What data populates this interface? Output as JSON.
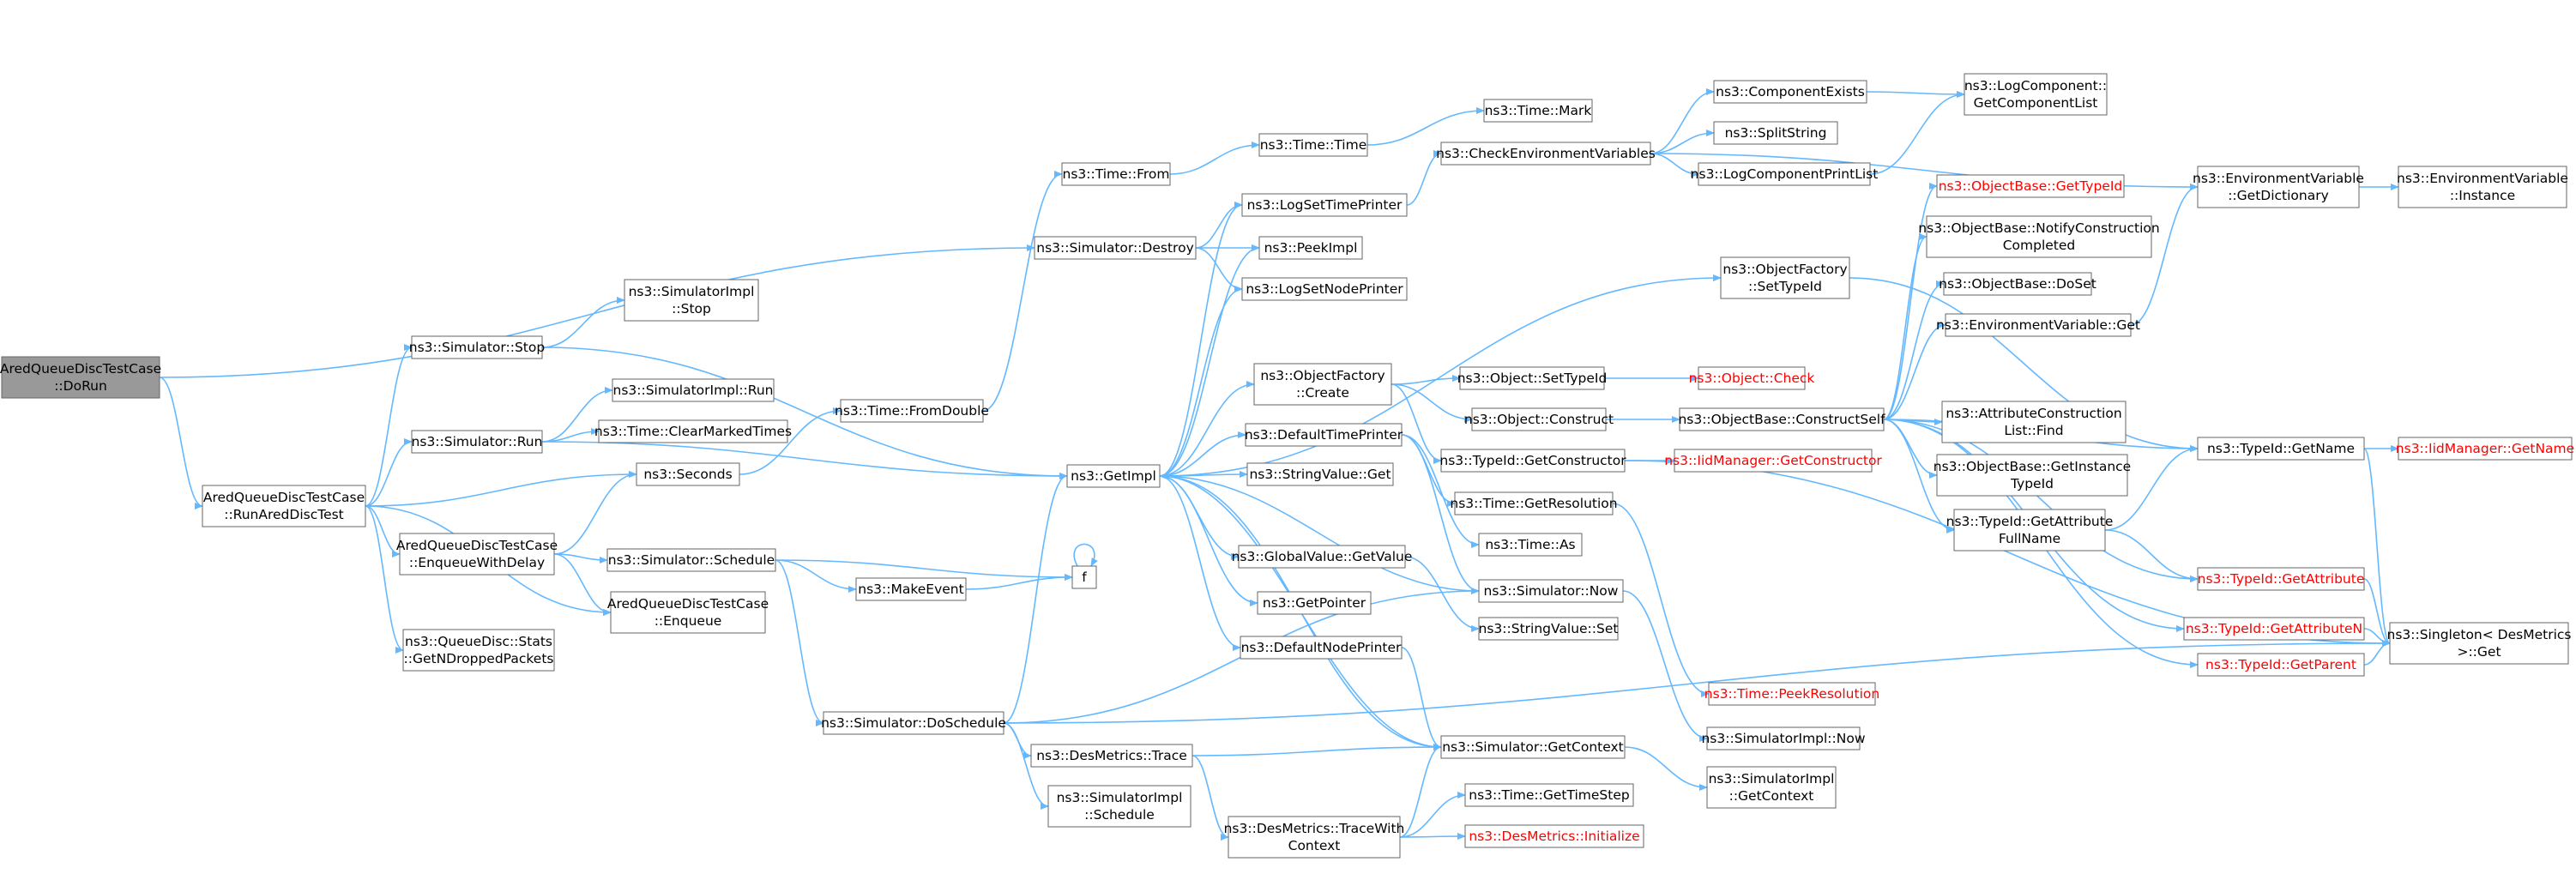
{
  "colors": {
    "edge": "#63b8ff",
    "node_border": "#666666",
    "node_fill": "#ffffff",
    "root_fill": "#999999",
    "root_border": "#666666",
    "text": "#000000",
    "text_link_red": "#ff0000"
  },
  "nodes": [
    {
      "id": "dorun",
      "lines": [
        "AredQueueDiscTestCase",
        "::DoRun"
      ],
      "root": true
    },
    {
      "id": "runared",
      "lines": [
        "AredQueueDiscTestCase",
        "::RunAredDiscTest"
      ]
    },
    {
      "id": "sim_stop",
      "lines": [
        "ns3::Simulator::Stop"
      ]
    },
    {
      "id": "sim_run",
      "lines": [
        "ns3::Simulator::Run"
      ]
    },
    {
      "id": "enq_delay",
      "lines": [
        "AredQueueDiscTestCase",
        "::EnqueueWithDelay"
      ]
    },
    {
      "id": "enqueue",
      "lines": [
        "AredQueueDiscTestCase",
        "::Enqueue"
      ]
    },
    {
      "id": "qdstats",
      "lines": [
        "ns3::QueueDisc::Stats",
        "::GetNDroppedPackets"
      ]
    },
    {
      "id": "simimpl_stop",
      "lines": [
        "ns3::SimulatorImpl",
        "::Stop"
      ]
    },
    {
      "id": "simimpl_run",
      "lines": [
        "ns3::SimulatorImpl::Run"
      ]
    },
    {
      "id": "clearmarked",
      "lines": [
        "ns3::Time::ClearMarkedTimes"
      ]
    },
    {
      "id": "seconds",
      "lines": [
        "ns3::Seconds"
      ]
    },
    {
      "id": "sim_schedule",
      "lines": [
        "ns3::Simulator::Schedule"
      ]
    },
    {
      "id": "makeevent",
      "lines": [
        "ns3::MakeEvent"
      ]
    },
    {
      "id": "f",
      "lines": [
        "f"
      ]
    },
    {
      "id": "doschedule",
      "lines": [
        "ns3::Simulator::DoSchedule"
      ]
    },
    {
      "id": "sim_destroy",
      "lines": [
        "ns3::Simulator::Destroy"
      ]
    },
    {
      "id": "time_from",
      "lines": [
        "ns3::Time::From"
      ]
    },
    {
      "id": "time_fromdouble",
      "lines": [
        "ns3::Time::FromDouble"
      ]
    },
    {
      "id": "time_time",
      "lines": [
        "ns3::Time::Time"
      ]
    },
    {
      "id": "time_mark",
      "lines": [
        "ns3::Time::Mark"
      ]
    },
    {
      "id": "getimpl",
      "lines": [
        "ns3::GetImpl"
      ]
    },
    {
      "id": "logsettime",
      "lines": [
        "ns3::LogSetTimePrinter"
      ]
    },
    {
      "id": "peekimpl",
      "lines": [
        "ns3::PeekImpl"
      ]
    },
    {
      "id": "logsetnode",
      "lines": [
        "ns3::LogSetNodePrinter"
      ]
    },
    {
      "id": "objfactory_create",
      "lines": [
        "ns3::ObjectFactory",
        "::Create"
      ]
    },
    {
      "id": "deftimeprinter",
      "lines": [
        "ns3::DefaultTimePrinter"
      ]
    },
    {
      "id": "stringvalue_get",
      "lines": [
        "ns3::StringValue::Get"
      ]
    },
    {
      "id": "globalvalue_get",
      "lines": [
        "ns3::GlobalValue::GetValue"
      ]
    },
    {
      "id": "getpointer",
      "lines": [
        "ns3::GetPointer"
      ]
    },
    {
      "id": "defnodeprinter",
      "lines": [
        "ns3::DefaultNodePrinter"
      ]
    },
    {
      "id": "desm_trace",
      "lines": [
        "ns3::DesMetrics::Trace"
      ]
    },
    {
      "id": "simimpl_schedule",
      "lines": [
        "ns3::SimulatorImpl",
        "::Schedule"
      ]
    },
    {
      "id": "desm_tracewith",
      "lines": [
        "ns3::DesMetrics::TraceWith",
        "Context"
      ]
    },
    {
      "id": "checkenv",
      "lines": [
        "ns3::CheckEnvironmentVariables"
      ]
    },
    {
      "id": "compexists",
      "lines": [
        "ns3::ComponentExists"
      ]
    },
    {
      "id": "splitstring",
      "lines": [
        "ns3::SplitString"
      ]
    },
    {
      "id": "logcompprint",
      "lines": [
        "ns3::LogComponentPrintList"
      ]
    },
    {
      "id": "logcomp_get",
      "lines": [
        "ns3::LogComponent::",
        "GetComponentList"
      ]
    },
    {
      "id": "objfactory_settype",
      "lines": [
        "ns3::ObjectFactory",
        "::SetTypeId"
      ]
    },
    {
      "id": "object_settype",
      "lines": [
        "ns3::Object::SetTypeId"
      ]
    },
    {
      "id": "object_construct",
      "lines": [
        "ns3::Object::Construct"
      ]
    },
    {
      "id": "object_check",
      "lines": [
        "ns3::Object::Check"
      ],
      "red": true
    },
    {
      "id": "typeid_getctor",
      "lines": [
        "ns3::TypeId::GetConstructor"
      ]
    },
    {
      "id": "iidmgr_getctor",
      "lines": [
        "ns3::IidManager::GetConstructor"
      ],
      "red": true
    },
    {
      "id": "time_getres",
      "lines": [
        "ns3::Time::GetResolution"
      ]
    },
    {
      "id": "time_as",
      "lines": [
        "ns3::Time::As"
      ]
    },
    {
      "id": "sim_now",
      "lines": [
        "ns3::Simulator::Now"
      ]
    },
    {
      "id": "stringvalue_set",
      "lines": [
        "ns3::StringValue::Set"
      ]
    },
    {
      "id": "time_peekres",
      "lines": [
        "ns3::Time::PeekResolution"
      ],
      "red": true
    },
    {
      "id": "simimpl_now",
      "lines": [
        "ns3::SimulatorImpl::Now"
      ]
    },
    {
      "id": "sim_getctx",
      "lines": [
        "ns3::Simulator::GetContext"
      ]
    },
    {
      "id": "simimpl_getctx",
      "lines": [
        "ns3::SimulatorImpl",
        "::GetContext"
      ]
    },
    {
      "id": "time_gettimestep",
      "lines": [
        "ns3::Time::GetTimeStep"
      ]
    },
    {
      "id": "desm_init",
      "lines": [
        "ns3::DesMetrics::Initialize"
      ],
      "red": true
    },
    {
      "id": "objbase_construct",
      "lines": [
        "ns3::ObjectBase::ConstructSelf"
      ]
    },
    {
      "id": "objbase_gettypeid",
      "lines": [
        "ns3::ObjectBase::GetTypeId"
      ],
      "red": true
    },
    {
      "id": "objbase_notify",
      "lines": [
        "ns3::ObjectBase::NotifyConstruction",
        "Completed"
      ]
    },
    {
      "id": "objbase_doset",
      "lines": [
        "ns3::ObjectBase::DoSet"
      ]
    },
    {
      "id": "envvar_get",
      "lines": [
        "ns3::EnvironmentVariable::Get"
      ]
    },
    {
      "id": "attrconst_find",
      "lines": [
        "ns3::AttributeConstruction",
        "List::Find"
      ]
    },
    {
      "id": "objbase_getinst",
      "lines": [
        "ns3::ObjectBase::GetInstance",
        "TypeId"
      ]
    },
    {
      "id": "typeid_getattrfull",
      "lines": [
        "ns3::TypeId::GetAttribute",
        "FullName"
      ]
    },
    {
      "id": "envvar_getdict",
      "lines": [
        "ns3::EnvironmentVariable",
        "::GetDictionary"
      ]
    },
    {
      "id": "envvar_instance",
      "lines": [
        "ns3::EnvironmentVariable",
        "::Instance"
      ]
    },
    {
      "id": "typeid_getname",
      "lines": [
        "ns3::TypeId::GetName"
      ]
    },
    {
      "id": "iidmgr_getname",
      "lines": [
        "ns3::IidManager::GetName"
      ],
      "red": true
    },
    {
      "id": "typeid_getattr",
      "lines": [
        "ns3::TypeId::GetAttribute"
      ],
      "red": true
    },
    {
      "id": "typeid_getattrn",
      "lines": [
        "ns3::TypeId::GetAttributeN"
      ],
      "red": true
    },
    {
      "id": "typeid_getparent",
      "lines": [
        "ns3::TypeId::GetParent"
      ],
      "red": true
    },
    {
      "id": "singleton_get",
      "lines": [
        "ns3::Singleton< DesMetrics",
        " >::Get"
      ]
    }
  ]
}
